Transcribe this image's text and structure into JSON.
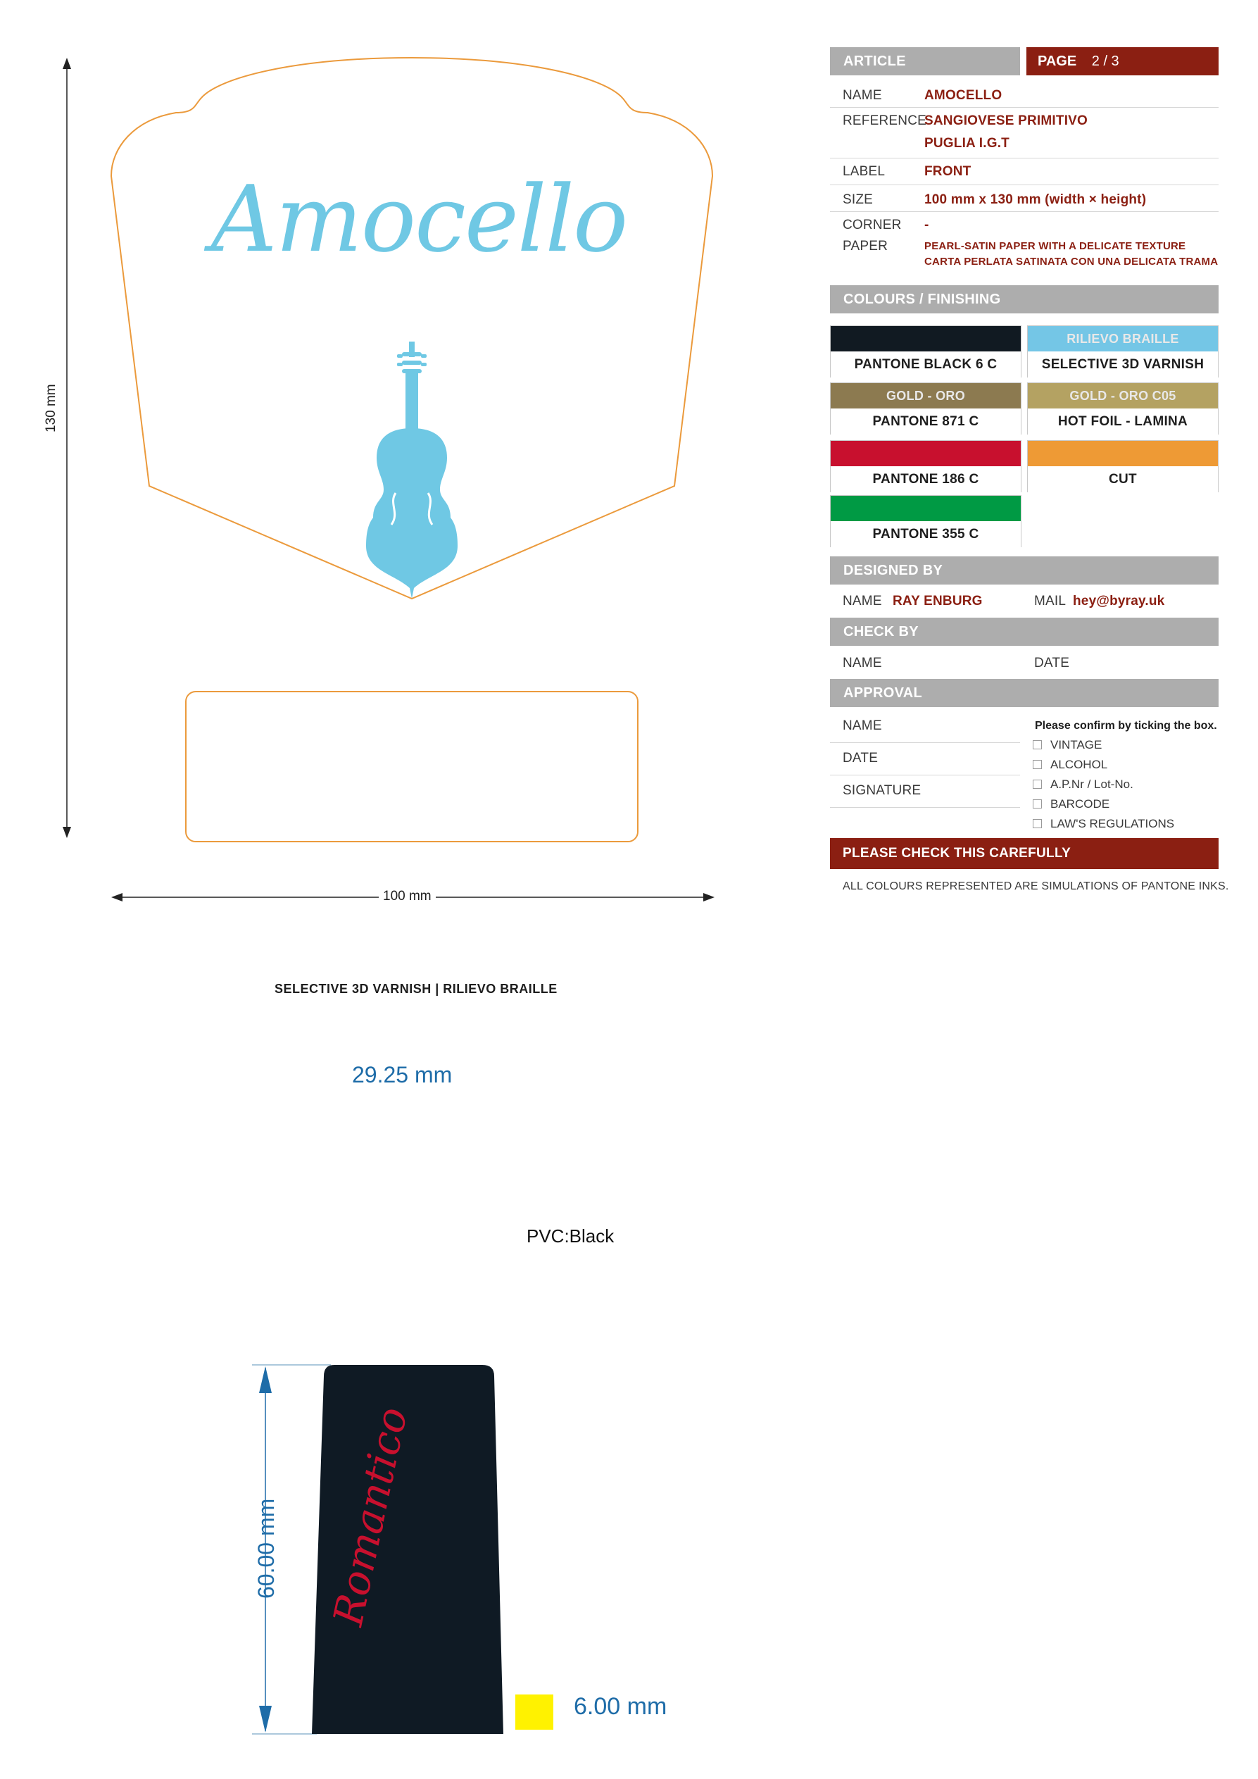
{
  "article": {
    "header": "ARTICLE",
    "page_label": "PAGE",
    "page_value": "2 / 3",
    "rows": [
      {
        "label": "NAME",
        "value": "AMOCELLO"
      },
      {
        "label": "REFERENCE",
        "value": "SANGIOVESE PRIMITIVO"
      },
      {
        "label": "",
        "value": "PUGLIA I.G.T"
      },
      {
        "label": "LABEL",
        "value": "FRONT"
      },
      {
        "label": "SIZE",
        "value": "100 mm x 130 mm (width × height)"
      },
      {
        "label": "CORNER",
        "value": "-"
      },
      {
        "label": "PAPER",
        "value": "PEARL-SATIN PAPER WITH A DELICATE TEXTURE",
        "value2": "CARTA PERLATA SATINATA CON UNA DELICATA TRAMA"
      }
    ]
  },
  "colours": {
    "header": "COLOURS / FINISHING",
    "swatches": [
      {
        "band": "",
        "name": "PANTONE BLACK 6 C",
        "color": "#111a22"
      },
      {
        "band": "RILIEVO BRAILLE",
        "name": "SELECTIVE 3D VARNISH",
        "color": "#74c6e6"
      },
      {
        "band": "GOLD - ORO",
        "name": "PANTONE 871 C",
        "color": "#8c7a50"
      },
      {
        "band": "GOLD - ORO C05",
        "name": "HOT FOIL - LAMINA",
        "color": "#b4a262"
      },
      {
        "band": "",
        "name": "PANTONE 186 C",
        "color": "#c8102e"
      },
      {
        "band": "",
        "name": "CUT",
        "color": "#ee9a35"
      },
      {
        "band": "",
        "name": "PANTONE 355 C",
        "color": "#009a44"
      }
    ]
  },
  "designed_by": {
    "header": "DESIGNED BY",
    "name_label": "NAME",
    "name_value": "RAY ENBURG",
    "mail_label": "MAIL",
    "mail_value": "hey@byray.uk"
  },
  "check_by": {
    "header": "CHECK BY",
    "name_label": "NAME",
    "date_label": "DATE"
  },
  "approval": {
    "header": "APPROVAL",
    "fields": [
      "NAME",
      "DATE",
      "SIGNATURE"
    ],
    "confirm_text": "Please confirm by ticking the box.",
    "checks": [
      "VINTAGE",
      "ALCOHOL",
      "A.P.Nr / Lot-No.",
      "BARCODE",
      "LAW'S REGULATIONS"
    ]
  },
  "warning": "PLEASE CHECK THIS CAREFULLY",
  "footnote": "ALL COLOURS REPRESENTED ARE SIMULATIONS OF PANTONE INKS.",
  "label_art": {
    "brand": "Amocello",
    "height_dim": "130 mm",
    "width_dim": "100 mm"
  },
  "capsule": {
    "section_title": "SELECTIVE 3D VARNISH | RILIEVO BRAILLE",
    "diameter": "29.25 mm",
    "material": "PVC:Black",
    "height": "60.00 mm",
    "side_script": "Romantico",
    "offset": "6.00 mm"
  }
}
